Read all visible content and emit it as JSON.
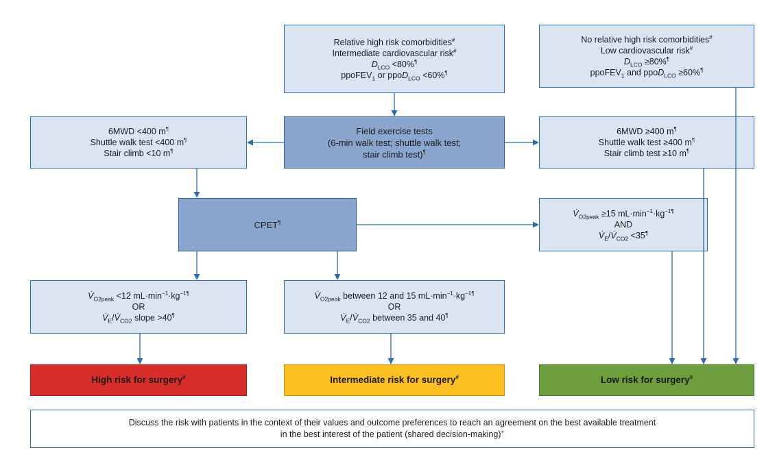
{
  "boxes": {
    "top_center": {
      "line1": "Relative high risk comorbidities",
      "line1_mark": "#",
      "line2": "Intermediate cardiovascular risk",
      "line2_mark": "#",
      "line3_var": "D",
      "line3_sub": "LCO",
      "line3_rest": " <80%",
      "line3_mark": "¶",
      "line4_a": "ppoFEV",
      "line4_sub1": "1",
      "line4_b": " or ppo",
      "line4_var": "D",
      "line4_sub2": "LCO",
      "line4_rest": " <60%",
      "line4_mark": "¶"
    },
    "top_right": {
      "line1": "No relative high risk comorbidities",
      "line1_mark": "#",
      "line2": "Low cardiovascular risk",
      "line2_mark": "#",
      "line3_var": "D",
      "line3_sub": "LCO",
      "line3_rest": " ≥80%",
      "line3_mark": "¶",
      "line4_a": "ppoFEV",
      "line4_sub1": "1",
      "line4_b": " and ppo",
      "line4_var": "D",
      "line4_sub2": "LCO",
      "line4_rest": " ≥60%",
      "line4_mark": "¶"
    },
    "field_tests": {
      "line1": "Field exercise tests",
      "line2": "(6-min walk test; shuttle walk test;",
      "line3": "stair climb test)",
      "line3_mark": "¶"
    },
    "left_low": {
      "line1": "6MWD <400 m",
      "line1_mark": "¶",
      "line2": "Shuttle walk test <400 m",
      "line2_mark": "¶",
      "line3": "Stair climb <10 m",
      "line3_mark": "¶"
    },
    "right_high": {
      "line1": "6MWD ≥400 m",
      "line1_mark": "¶",
      "line2": "Shuttle walk test ≥400 m",
      "line2_mark": "¶",
      "line3": "Stair climb test ≥10 m",
      "line3_mark": "¶"
    },
    "cpet": {
      "label": "CPET",
      "mark": "¶"
    },
    "cpet_good": {
      "l1_var": "V̇",
      "l1_sub": "O2peak",
      "l1_rest": " ≥15 mL·min",
      "l1_exp1": "−1",
      "l1_mid": "·kg",
      "l1_exp2": "−1",
      "l1_mark": "¶",
      "l2": "AND",
      "l3_var1": "V̇",
      "l3_sub1": "E",
      "l3_slash": "/",
      "l3_var2": "V̇",
      "l3_sub2": "CO2",
      "l3_rest": " <35",
      "l3_mark": "¶"
    },
    "cpet_bad": {
      "l1_var": "V̇",
      "l1_sub": "O2peak",
      "l1_rest": " <12 mL·min",
      "l1_exp1": "−1",
      "l1_mid": "·kg",
      "l1_exp2": "−1",
      "l1_mark": "¶",
      "l2": "OR",
      "l3_var1": "V̇",
      "l3_sub1": "E",
      "l3_slash": "/",
      "l3_var2": "V̇",
      "l3_sub2": "CO2",
      "l3_rest": " slope >40",
      "l3_mark": "¶"
    },
    "cpet_mid": {
      "l1_var": "V̇",
      "l1_sub": "O2peak",
      "l1_rest": " between 12 and 15 mL·min",
      "l1_exp1": "−1",
      "l1_mid": "·kg",
      "l1_exp2": "−1",
      "l1_mark": "¶",
      "l2": "OR",
      "l3_var1": "V̇",
      "l3_sub1": "E",
      "l3_slash": "/",
      "l3_var2": "V̇",
      "l3_sub2": "CO2",
      "l3_rest": " between 35 and 40",
      "l3_mark": "¶"
    },
    "high_risk": {
      "label": "High risk for surgery",
      "mark": "#"
    },
    "intermediate_risk": {
      "label": "Intermediate risk for surgery",
      "mark": "#"
    },
    "low_risk": {
      "label": "Low risk for surgery",
      "mark": "#"
    },
    "discussion": {
      "line1": "Discuss the risk with patients in the context of their values and outcome preferences to reach an agreement on the best available treatment",
      "line2": "in the best interest of the patient (shared decision-making)",
      "line2_mark": "+"
    }
  },
  "colors": {
    "light_box": "#dbe5f1",
    "dark_box": "#8aa6cf",
    "border": "#2d6bb0",
    "arrow": "#2d6bb0",
    "high_risk": "#d82e2b",
    "intermediate_risk": "#fcc021",
    "low_risk": "#6f9e3e"
  }
}
